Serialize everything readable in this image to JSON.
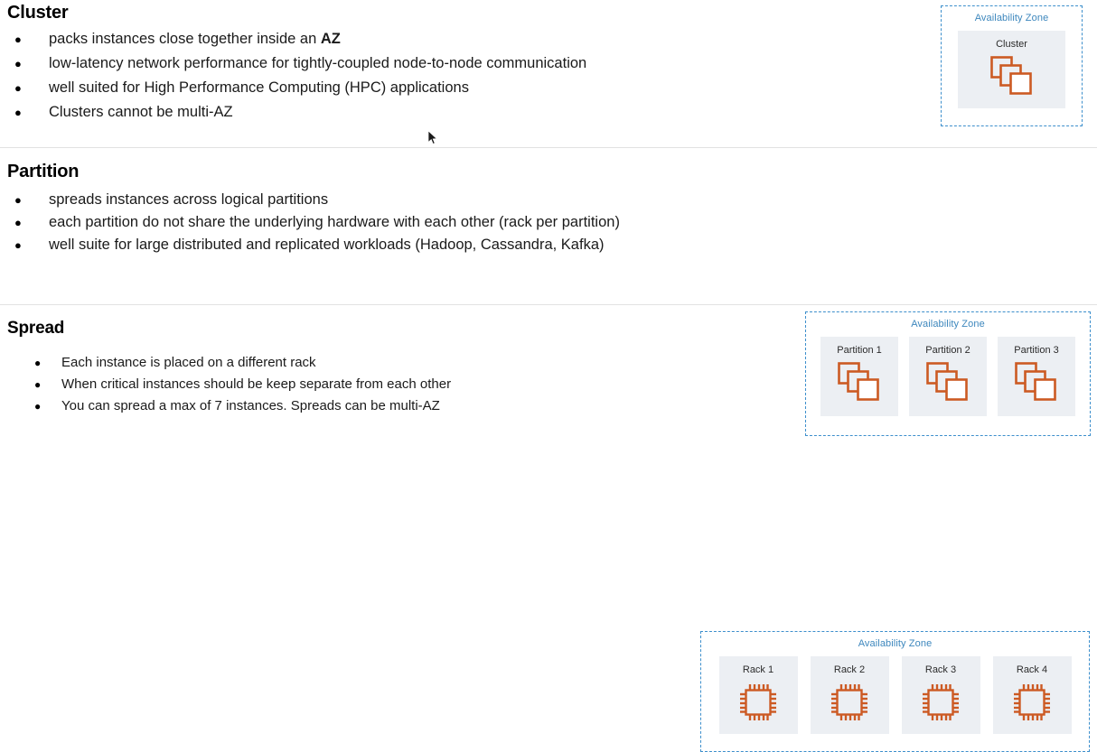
{
  "theme": {
    "accent_orange": "#cc5a23",
    "az_blue": "#3d8fcc",
    "cell_gray": "#eceff3",
    "divider": "#e2e2e2"
  },
  "sections": [
    {
      "id": "cluster",
      "heading": "Cluster",
      "bullets": [
        {
          "pre": "packs instances close together inside an ",
          "bold": "AZ",
          "post": ""
        },
        {
          "pre": "low-latency network performance for tightly-coupled node-to-node communication",
          "bold": "",
          "post": ""
        },
        {
          "pre": "well suited for High Performance Computing (HPC) applications",
          "bold": "",
          "post": ""
        },
        {
          "pre": "Clusters cannot be multi-AZ",
          "bold": "",
          "post": ""
        }
      ],
      "diagram": {
        "az_label": "Availability Zone",
        "cells": [
          {
            "label": "Cluster",
            "icon": "instance-stack-icon"
          }
        ]
      }
    },
    {
      "id": "partition",
      "heading": "Partition",
      "bullets": [
        {
          "pre": "spreads instances across logical partitions",
          "bold": "",
          "post": ""
        },
        {
          "pre": "each partition do not share the underlying hardware with each other (rack per partition)",
          "bold": "",
          "post": ""
        },
        {
          "pre": "well suite for large distributed and replicated workloads (Hadoop, Cassandra, Kafka)",
          "bold": "",
          "post": ""
        }
      ],
      "diagram": {
        "az_label": "Availability Zone",
        "cells": [
          {
            "label": "Partition 1",
            "icon": "instance-stack-icon"
          },
          {
            "label": "Partition 2",
            "icon": "instance-stack-icon"
          },
          {
            "label": "Partition 3",
            "icon": "instance-stack-icon"
          }
        ]
      }
    },
    {
      "id": "spread",
      "heading": "Spread",
      "bullets": [
        {
          "pre": "Each instance is placed on a different rack",
          "bold": "",
          "post": ""
        },
        {
          "pre": "When critical instances should be keep separate from each other",
          "bold": "",
          "post": ""
        },
        {
          "pre": "You can spread a max of 7 instances. Spreads can be multi-AZ",
          "bold": "",
          "post": ""
        }
      ],
      "diagram": {
        "az_label": "Availability Zone",
        "cells": [
          {
            "label": "Rack 1",
            "icon": "cpu-chip-icon"
          },
          {
            "label": "Rack 2",
            "icon": "cpu-chip-icon"
          },
          {
            "label": "Rack 3",
            "icon": "cpu-chip-icon"
          },
          {
            "label": "Rack 4",
            "icon": "cpu-chip-icon"
          }
        ]
      }
    }
  ],
  "bullet_glyph": "●",
  "cursor": {
    "visible": true
  }
}
